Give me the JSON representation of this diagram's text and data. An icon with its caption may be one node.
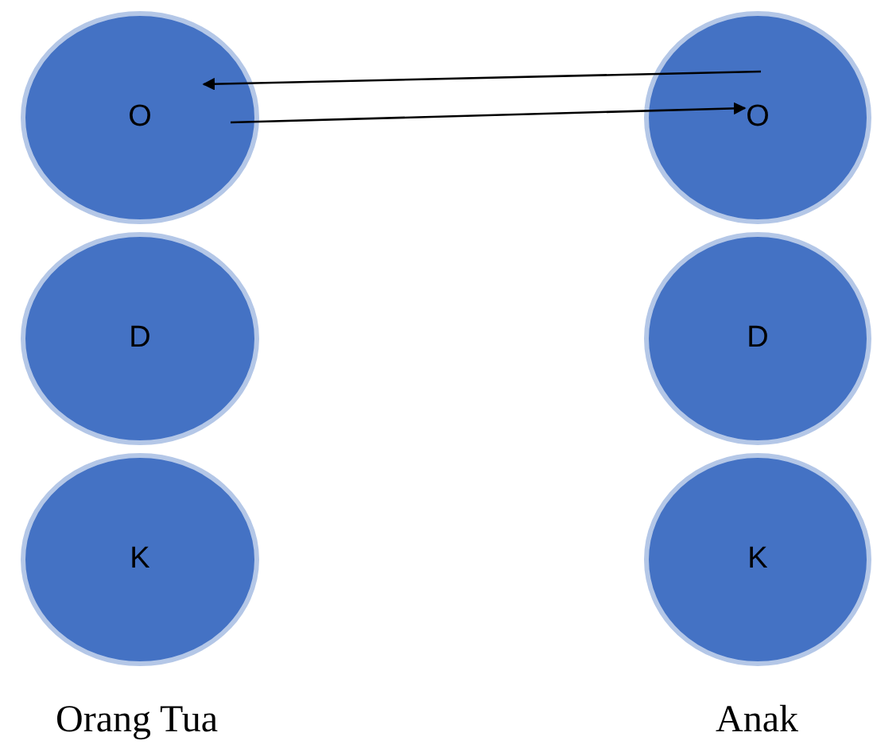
{
  "diagram": {
    "nodes": [
      {
        "text": [
          "O"
        ]
      },
      {
        "text": [
          "O"
        ]
      },
      {
        "text": [
          "D"
        ]
      },
      {
        "text": [
          "D"
        ]
      },
      {
        "text": [
          "K"
        ]
      },
      {
        "text": [
          "K"
        ]
      }
    ],
    "edges": [
      {
        "from": 1,
        "to": 0,
        "arrow": "to"
      },
      {
        "from": 0,
        "to": 1,
        "arrow": "to"
      }
    ],
    "labels": [
      "Orang Tua",
      "Anak"
    ]
  }
}
